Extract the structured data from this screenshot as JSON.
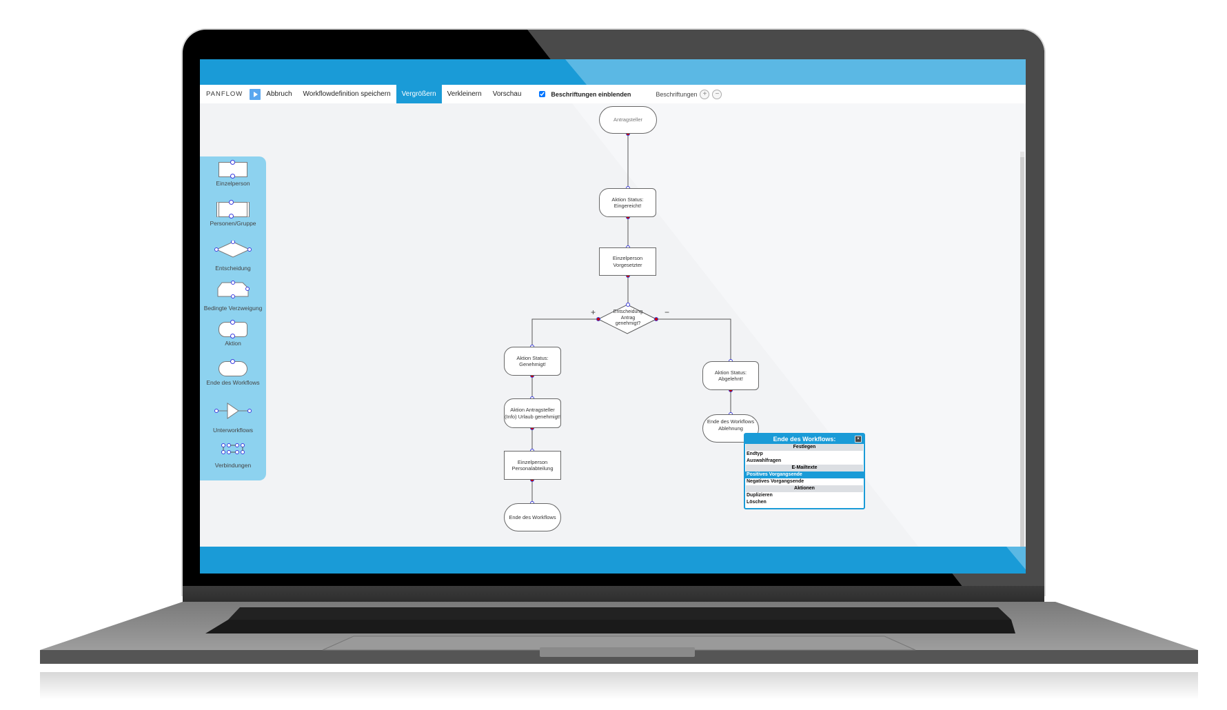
{
  "app": {
    "brand": "PANFLOW",
    "colors": {
      "primary": "#1a9bd7",
      "sidebar": "#8dd2ef",
      "canvas": "#f2f3f5",
      "port_in": "#3a3adf",
      "port_out": "#cc0000"
    }
  },
  "toolbar": {
    "play_icon": "play-icon",
    "buttons": [
      {
        "label": "Abbruch",
        "active": false
      },
      {
        "label": "Workflowdefinition speichern",
        "active": false
      },
      {
        "label": "Vergrößern",
        "active": true
      },
      {
        "label": "Verkleinern",
        "active": false
      },
      {
        "label": "Vorschau",
        "active": false
      }
    ],
    "show_labels": {
      "label": "Beschriftungen einblenden",
      "checked": true
    },
    "labels_zoom": {
      "label": "Beschriftungen",
      "plus": "+",
      "minus": "−"
    }
  },
  "palette": {
    "items": [
      {
        "label": "Einzelperson",
        "shape": "rectangle"
      },
      {
        "label": "Personen/Gruppe",
        "shape": "double-rectangle"
      },
      {
        "label": "Entscheidung",
        "shape": "diamond"
      },
      {
        "label": "Bedingte Verzweigung",
        "shape": "cut-rectangle"
      },
      {
        "label": "Aktion",
        "shape": "action"
      },
      {
        "label": "Ende des Workflows",
        "shape": "terminator"
      },
      {
        "label": "Unterworkflows",
        "shape": "triangle"
      },
      {
        "label": "Verbindungen",
        "shape": "connections"
      }
    ]
  },
  "diagram": {
    "nodes": [
      {
        "id": "n1",
        "label": "Antragsteller",
        "type": "terminator"
      },
      {
        "id": "n2",
        "label": "Aktion Status: Eingereicht!",
        "type": "action"
      },
      {
        "id": "n3",
        "label": "Einzelperson Vorgesetzter",
        "type": "rectangle"
      },
      {
        "id": "n4",
        "label": "Entscheidung Antrag genehmigt?",
        "type": "diamond"
      },
      {
        "id": "n5",
        "label": "Aktion Status: Genehmigt!",
        "type": "action"
      },
      {
        "id": "n6",
        "label": "Aktion Antragsteller (Info) Urlaub genehmigt!",
        "type": "action"
      },
      {
        "id": "n7",
        "label": "Einzelperson Personalabteilung",
        "type": "rectangle"
      },
      {
        "id": "n8",
        "label": "Ende des Workflows",
        "type": "terminator"
      },
      {
        "id": "n9",
        "label": "Aktion Status: Abgelehnt!",
        "type": "action"
      },
      {
        "id": "n10",
        "label": "Ende des Workflows Ablehnung",
        "type": "terminator"
      }
    ],
    "branch_labels": {
      "yes": "+",
      "no": "−"
    }
  },
  "context_menu": {
    "title": "Ende des Workflows:",
    "close_icon": "close-icon",
    "sections": [
      {
        "header": "Festlegen",
        "items": [
          {
            "label": "Endtyp"
          },
          {
            "label": "Auswahlfragen"
          }
        ]
      },
      {
        "header": "E-Mailtexte",
        "items": [
          {
            "label": "Positives Vorgangsende",
            "selected": true
          },
          {
            "label": "Negatives Vorgangsende"
          }
        ]
      },
      {
        "header": "Aktionen",
        "items": [
          {
            "label": "Duplizieren"
          },
          {
            "label": "Löschen"
          }
        ]
      }
    ]
  }
}
